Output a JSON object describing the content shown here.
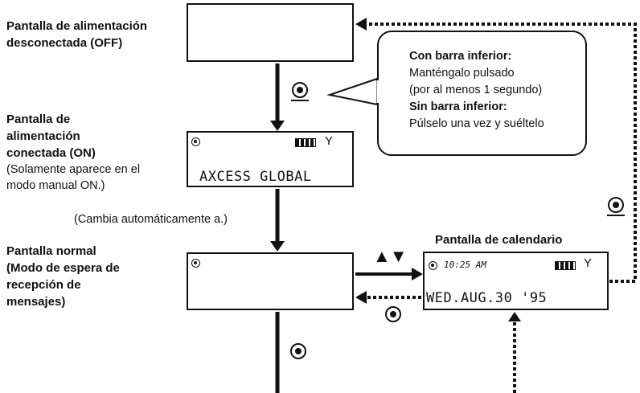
{
  "labels": {
    "off_screen": [
      "Pantalla de alimentación",
      "desconectada (OFF)"
    ],
    "on_screen_bold": [
      "Pantalla de",
      "alimentación",
      "conectada (ON)"
    ],
    "on_screen_note": [
      "(Solamente aparece en el",
      "modo manual ON.)"
    ],
    "auto_change": "(Cambia automáticamente a.)",
    "normal_screen": [
      "Pantalla normal",
      "(Modo de espera de",
      "recepción de",
      "mensajes)"
    ],
    "calendar_title": "Pantalla de calendario"
  },
  "callout": {
    "with_bar_title": "Con barra inferior:",
    "with_bar_text_1": "Manténgalo pulsado",
    "with_bar_text_2": "(por al menos 1 segundo)",
    "without_bar_title": "Sin barra inferior:",
    "without_bar_text": "Púlselo una vez y suéltelo"
  },
  "on_display": {
    "text": "AXCESS GLOBAL",
    "icons": [
      "record-dot-icon",
      "battery-icon",
      "antenna-icon"
    ]
  },
  "calendar_display": {
    "time": "10:25 AM",
    "date": "WED.AUG.30 '95",
    "icons": [
      "record-dot-icon",
      "battery-icon",
      "antenna-icon"
    ]
  },
  "arrow_keys": "▲▼",
  "colors": {
    "ink": "#111111",
    "background": "#ffffff"
  }
}
